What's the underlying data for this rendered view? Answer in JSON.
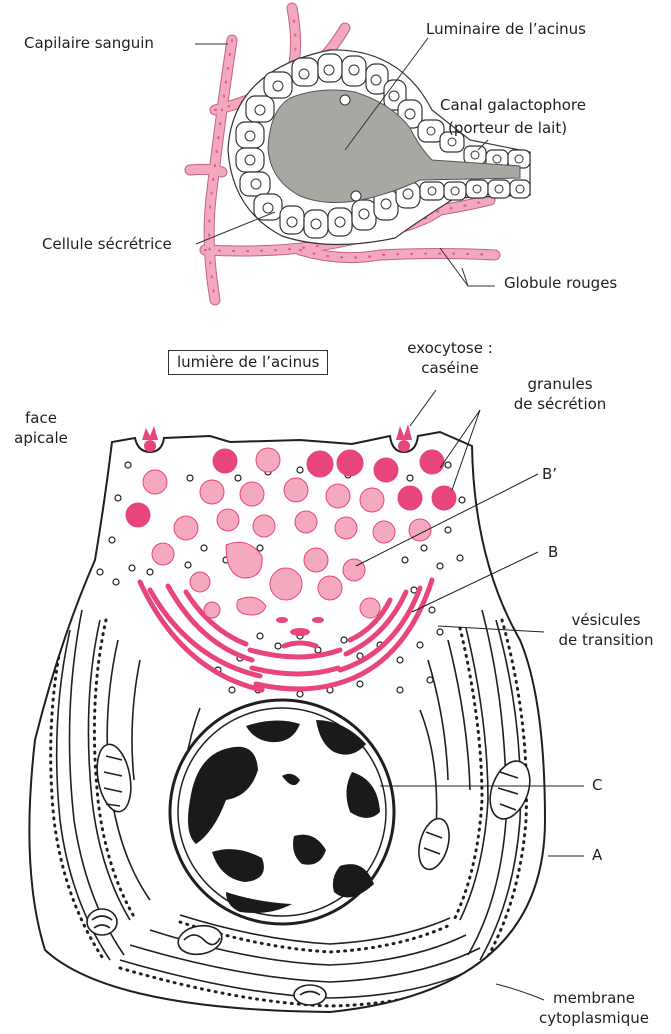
{
  "colors": {
    "capillary": "#f2a9c0",
    "capillary_dot": "#e0607f",
    "lumen": "#a8a8a3",
    "magenta": "#e8457a",
    "pink": "#f5a9bf",
    "ink": "#1f1f1f"
  },
  "top": {
    "labels": {
      "capillary": "Capilaire sanguin",
      "lumen": "Luminaire de l’acinus",
      "duct_1": "Canal galactophore",
      "duct_2": "(porteur de lait)",
      "secretory_cell": "Cellule sécrétrice",
      "red_cells": "Globule rouges"
    }
  },
  "bottom": {
    "labels": {
      "lumen_box": "lumière de l’acinus",
      "exocytosis_1": "exocytose :",
      "exocytosis_2": "caséine",
      "granules_1": "granules",
      "granules_2": "de sécrétion",
      "apical_1": "face",
      "apical_2": "apicale",
      "b_prime": "B’",
      "b": "B",
      "vesicles_1": "vésicules",
      "vesicles_2": "de transition",
      "c": "C",
      "a": "A",
      "membrane_1": "membrane",
      "membrane_2": "cytoplasmique"
    }
  }
}
